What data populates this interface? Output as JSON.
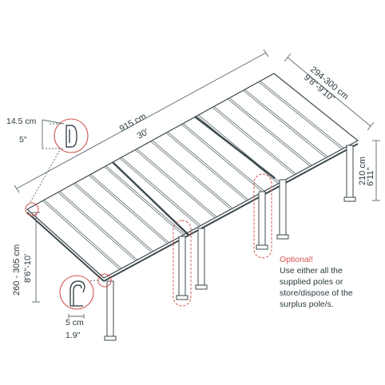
{
  "dimensions": {
    "length_cm": "915 cm",
    "length_ft": "30'",
    "depth_cm": "294-300 cm",
    "depth_ft": "9'8\"-9'10\"",
    "back_height_cm": "210 cm",
    "back_height_ft": "6'11\"",
    "front_height_cm": "260 - 305 cm",
    "front_height_ft": "8'6\"-10'",
    "bracket_cm": "14.5 cm",
    "bracket_in": "5\"",
    "post_cm": "5 cm",
    "post_in": "1.9\""
  },
  "note": {
    "title": "Optional!",
    "lines": [
      "Use either all the",
      "supplied poles or",
      "store/dispose of the",
      "surplus pole/s."
    ]
  },
  "colors": {
    "line": "#3d4a4e",
    "dim_line": "#5a6a6e",
    "accent": "#d2544f"
  },
  "icons": [
    "wall-bracket-icon",
    "gutter-post-icon"
  ]
}
